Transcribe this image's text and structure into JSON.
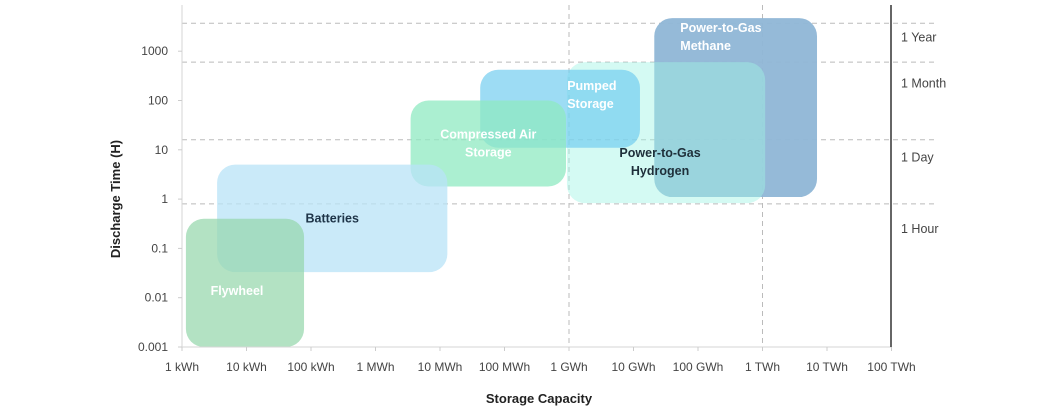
{
  "chart_data": {
    "type": "range-box",
    "xlabel": "Storage Capacity",
    "ylabel": "Discharge Time (H)",
    "xscale": "log",
    "yscale": "log",
    "xlim_kwh": [
      1,
      100000000000
    ],
    "ylim_h": [
      0.001,
      5000
    ],
    "x_ticks": [
      {
        "value": 1,
        "label": "1 kWh"
      },
      {
        "value": 10,
        "label": "10 kWh"
      },
      {
        "value": 100,
        "label": "100 kWh"
      },
      {
        "value": 1000,
        "label": "1 MWh"
      },
      {
        "value": 10000,
        "label": "10 MWh"
      },
      {
        "value": 100000,
        "label": "100 MWh"
      },
      {
        "value": 1000000,
        "label": "1 GWh"
      },
      {
        "value": 10000000,
        "label": "10 GWh"
      },
      {
        "value": 100000000,
        "label": "100 GWh"
      },
      {
        "value": 1000000000,
        "label": "1 TWh"
      },
      {
        "value": 10000000000,
        "label": "10 TWh"
      },
      {
        "value": 100000000000,
        "label": "100 TWh"
      }
    ],
    "y_ticks": [
      {
        "value": 0.001,
        "label": "0.001"
      },
      {
        "value": 0.01,
        "label": "0.01"
      },
      {
        "value": 0.1,
        "label": "0.1"
      },
      {
        "value": 1,
        "label": "1"
      },
      {
        "value": 10,
        "label": "10"
      },
      {
        "value": 100,
        "label": "100"
      },
      {
        "value": 1000,
        "label": "1000"
      }
    ],
    "reference_lines_h": [
      3700,
      600,
      16,
      0.8
    ],
    "vertical_reference_lines_kwh": [
      1000000,
      1000000000
    ],
    "time_bands": [
      {
        "label": "1 Year",
        "value_h": 1900
      },
      {
        "label": "1 Month",
        "value_h": 220
      },
      {
        "label": "1 Day",
        "value_h": 7
      },
      {
        "label": "1 Hour",
        "value_h": 0.25
      }
    ],
    "technologies": [
      {
        "name": "Power-to-Gas Methane",
        "lines": [
          "Power-to-Gas",
          "Methane"
        ],
        "x_range_kwh": [
          21000000,
          7000000000
        ],
        "y_range_h": [
          1.1,
          4700
        ],
        "color": "#8fb6d6",
        "opacity": 0.95,
        "text_color": "#ffffff",
        "label_pos": "top-left"
      },
      {
        "name": "Power-to-Gas Hydrogen",
        "lines": [
          "Power-to-Gas",
          "Hydrogen"
        ],
        "x_range_kwh": [
          930000,
          1100000000
        ],
        "y_range_h": [
          0.83,
          600
        ],
        "color": "#9ff3e4",
        "opacity": 0.45,
        "text_color": "#1e2f3a",
        "label_pos": "center"
      },
      {
        "name": "Pumped Storage",
        "lines": [
          "Pumped",
          "Storage"
        ],
        "x_range_kwh": [
          42000,
          12600000
        ],
        "y_range_h": [
          11,
          420
        ],
        "color": "#74cdf0",
        "opacity": 0.7,
        "text_color": "#ffffff",
        "label_pos": "top-right"
      },
      {
        "name": "Compressed Air Storage",
        "lines": [
          "Compressed Air",
          "Storage"
        ],
        "x_range_kwh": [
          3500,
          900000
        ],
        "y_range_h": [
          1.8,
          100
        ],
        "color": "#8feac2",
        "opacity": 0.75,
        "text_color": "#ffffff",
        "label_pos": "center"
      },
      {
        "name": "Batteries",
        "lines": [
          "Batteries"
        ],
        "x_range_kwh": [
          3.5,
          13000
        ],
        "y_range_h": [
          0.033,
          5
        ],
        "color": "#b8e3f7",
        "opacity": 0.75,
        "text_color": "#1e3448",
        "label_pos": "center"
      },
      {
        "name": "Flywheel",
        "lines": [
          "Flywheel"
        ],
        "x_range_kwh": [
          1.15,
          78
        ],
        "y_range_h": [
          0.001,
          0.4
        ],
        "color": "#96d7ac",
        "opacity": 0.72,
        "text_color": "#ffffff",
        "label_pos": "lower"
      }
    ]
  }
}
